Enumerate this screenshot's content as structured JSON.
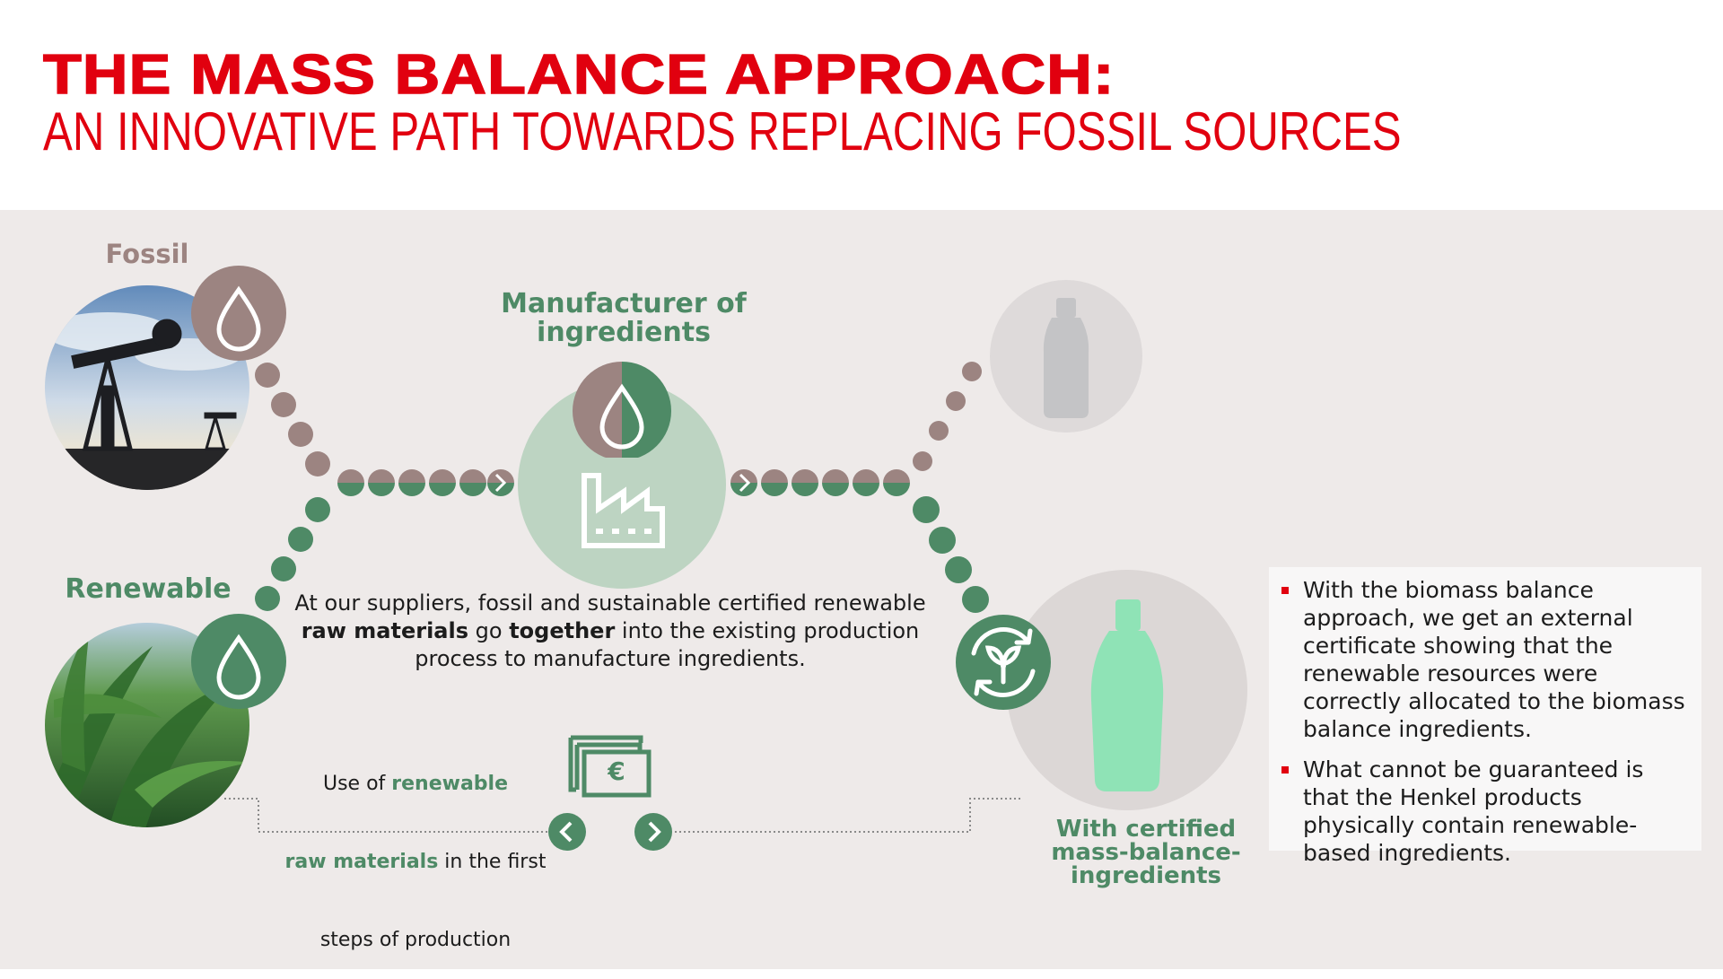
{
  "header": {
    "title": "THE MASS BALANCE APPROACH:",
    "subtitle": "AN INNOVATIVE PATH TOWARDS REPLACING FOSSIL SOURCES"
  },
  "diagram": {
    "fossil_label": "Fossil",
    "renewable_label": "Renewable",
    "manufacturer_label_line1": "Manufacturer of",
    "manufacturer_label_line2": "ingredients",
    "description_line1": "At our suppliers, fossil and sustainable certified renewable",
    "description_line2_bold1": "raw materials",
    "description_line2_mid": " go ",
    "description_line2_bold2": "together",
    "description_line2_end": " into the existing production",
    "description_line3": "process to manufacture ingredients.",
    "use_line1_plain": "Use of ",
    "use_line1_green": "renewable",
    "use_line2_green": "raw materials",
    "use_line2_plain": " in the first",
    "use_line3": "steps of production",
    "currency_symbol": "€",
    "certified_line1": "With certified",
    "certified_line2": "mass-balance-",
    "certified_line3": "ingredients"
  },
  "notes": [
    "With the biomass balance approach, we get an external certificate showing that the renewable resources were correctly allocated to the biomass balance ingredients.",
    "What cannot be guaranteed is that the Henkel products physically contain renewable-based ingredients."
  ],
  "colors": {
    "brand_red": "#e1000f",
    "fossil_mauve": "#9c8481",
    "renewable_green": "#4e8a66",
    "manufacturer_green_light": "#bdd4c2",
    "background": "#eeeae9"
  },
  "icons": {
    "drop": "drop-icon",
    "factory": "factory-icon",
    "cycle_leaf": "recycle-leaf-icon",
    "money": "money-icon",
    "chevron_left": "chevron-left-icon",
    "chevron_right": "chevron-right-icon",
    "bottle": "bottle-icon"
  }
}
